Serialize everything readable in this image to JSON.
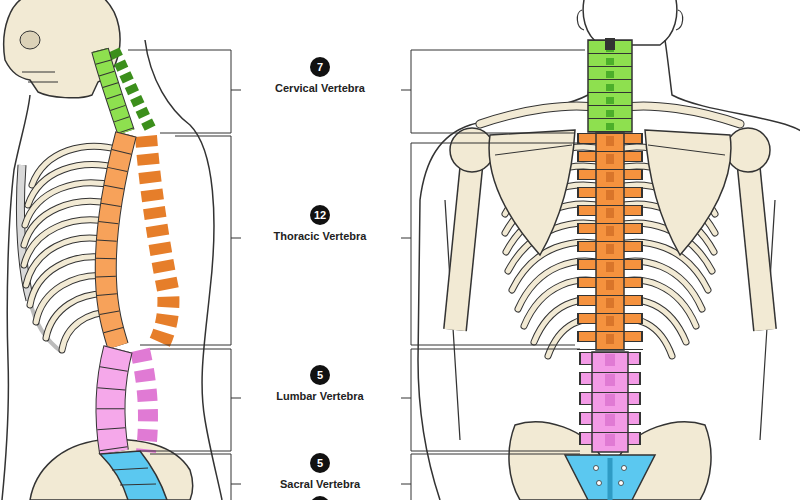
{
  "diagram": {
    "nodes": [
      {
        "text": [
          "7",
          "Cervical Vertebra"
        ]
      },
      {
        "text": [
          "12",
          "Thoracic Vertebra"
        ]
      },
      {
        "text": [
          "5",
          "Lumbar Vertebra"
        ]
      },
      {
        "text": [
          "5",
          "Sacral Vertebra"
        ]
      }
    ]
  }
}
